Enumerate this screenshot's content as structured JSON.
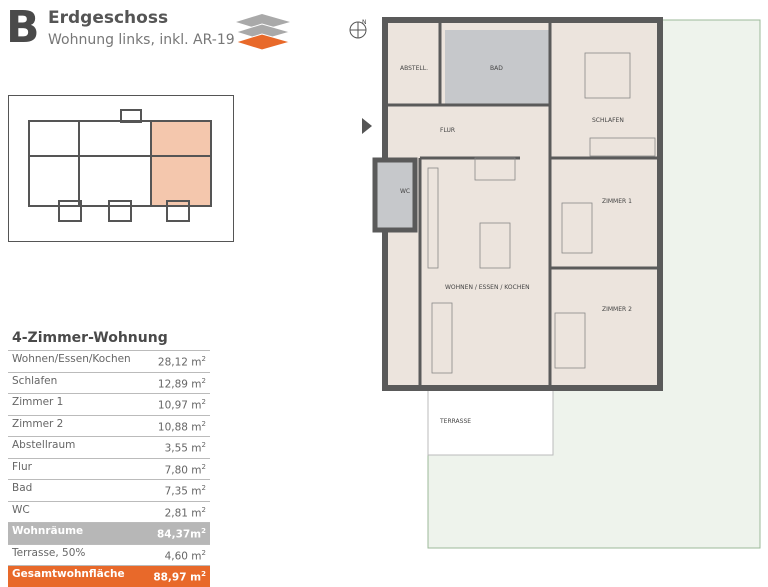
{
  "header": {
    "letter": "B",
    "title": "Erdgeschoss",
    "subtitle": "Wohnung links, inkl. AR-19"
  },
  "colors": {
    "accent": "#e8692a",
    "floor": "#ece4dd",
    "wall": "#5a5a5a",
    "wet": "#c6c8cb",
    "garden": "#eef3ec"
  },
  "table": {
    "title": "4-Zimmer-Wohnung",
    "rows": [
      {
        "label": "Wohnen/Essen/Kochen",
        "value": "28,12 m"
      },
      {
        "label": "Schlafen",
        "value": "12,89 m"
      },
      {
        "label": "Zimmer 1",
        "value": "10,97 m"
      },
      {
        "label": "Zimmer 2",
        "value": "10,88 m"
      },
      {
        "label": "Abstellraum",
        "value": "3,55 m"
      },
      {
        "label": "Flur",
        "value": "7,80 m"
      },
      {
        "label": "Bad",
        "value": "7,35 m"
      },
      {
        "label": "WC",
        "value": "2,81 m"
      }
    ],
    "subtotal": {
      "label": "Wohnräume",
      "value": "84,37m"
    },
    "terrace": {
      "label": "Terrasse, 50%",
      "value": "4,60 m"
    },
    "total": {
      "label": "Gesamtwohnfläche",
      "value": "88,97 m"
    },
    "unit_sup": "2"
  },
  "plan": {
    "rooms": {
      "abstell": "ABSTELL.",
      "bad": "BAD",
      "schlafen": "SCHLAFEN",
      "flur": "FLUR",
      "wc": "WC",
      "wohnen": "WOHNEN / ESSEN / KOCHEN",
      "zimmer1": "ZIMMER 1",
      "zimmer2": "ZIMMER 2",
      "terrasse": "TERRASSE"
    },
    "compass_label": "N",
    "icons": [
      "layers-icon",
      "compass-icon",
      "entrance-arrow-icon"
    ]
  }
}
